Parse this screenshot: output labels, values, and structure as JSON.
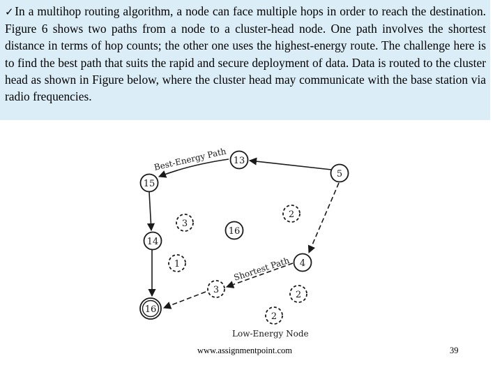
{
  "slide": {
    "check_glyph": "✓",
    "paragraph": "In a multihop routing algorithm, a node can face multiple hops in order to reach the destination. Figure 6 shows two paths from a node to a cluster-head node. One path involves the shortest distance in terms of hop counts; the other one uses the highest-energy route. The challenge here is to find the best path that suits the rapid and secure deployment of data. Data is routed to the cluster head as shown in Figure below, where the cluster head may communicate with the base station via radio frequencies.",
    "footer_url": "www.assignmentpoint.com",
    "page_number": "39"
  },
  "diagram": {
    "best_energy_label": "Best-Energy Path",
    "shortest_label": "Shortest Path",
    "low_energy_label": "Low-Energy Node",
    "nodes": {
      "n13": "13",
      "n5": "5",
      "n15": "15",
      "n2_top": "2",
      "n3_left": "3",
      "n16_center": "16",
      "n14": "14",
      "n4": "4",
      "n1": "1",
      "n3_mid": "3",
      "n2_right": "2",
      "n16_head": "16",
      "n2_bottom": "2"
    }
  }
}
